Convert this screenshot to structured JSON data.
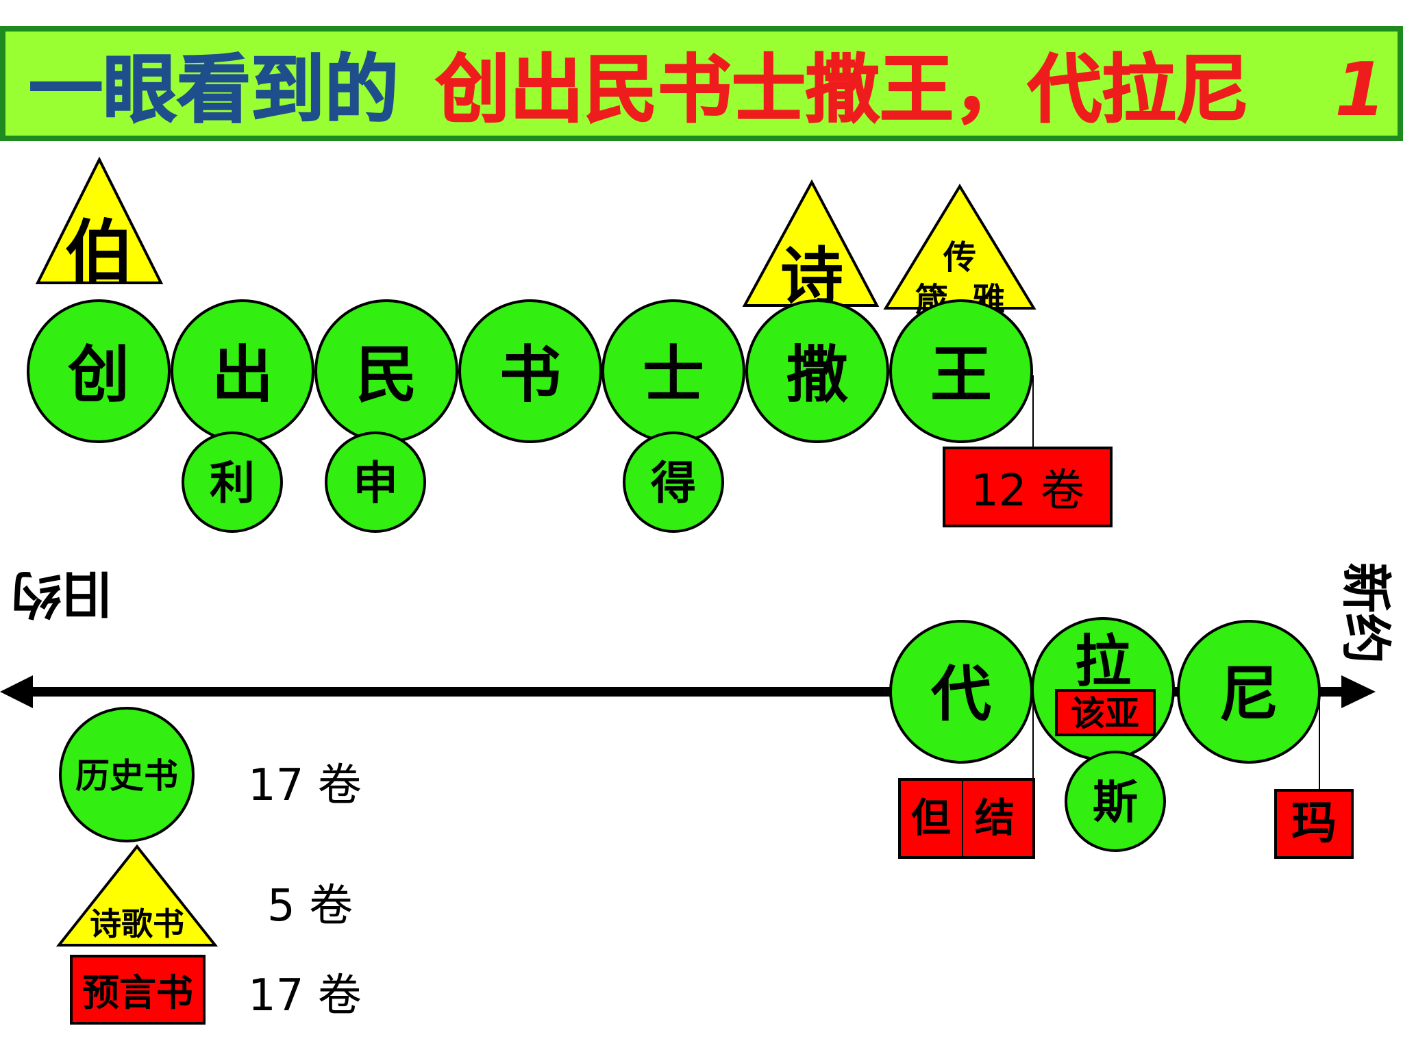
{
  "colors": {
    "title_bg": "#99ff33",
    "title_border": "#1f8a1f",
    "title_dark": "#1f4e8c",
    "title_red": "#ee1c1c",
    "circle_fill": "#33ee11",
    "triangle_fill": "#ffff00",
    "box_fill": "#ff0000"
  },
  "title": {
    "part1": "一眼看到的",
    "part2": "创出民书士撒王，代拉尼",
    "number": "1"
  },
  "books_top": [
    "创",
    "出",
    "民",
    "书",
    "士",
    "撒",
    "王"
  ],
  "books_top_sub": {
    "chu": "利",
    "min": "申",
    "shi": "得"
  },
  "poetry_triangles": {
    "bo": "伯",
    "shi": "诗",
    "wang_top": "传",
    "wang_left": "箴",
    "wang_right": "雅"
  },
  "wang_box": "12 卷",
  "side_labels": {
    "left": "旧约",
    "right": "新约"
  },
  "books_bottom": {
    "dai": "代",
    "la": "拉",
    "la_box": "该亚",
    "ni": "尼",
    "si": "斯"
  },
  "prophets_boxes": {
    "dan": "但",
    "jie": "结",
    "ma": "玛"
  },
  "legend": {
    "history_label": "历史书",
    "history_count": "17 卷",
    "poetry_label": "诗歌书",
    "poetry_count": "5 卷",
    "prophecy_label": "预言书",
    "prophecy_count": "17 卷"
  }
}
